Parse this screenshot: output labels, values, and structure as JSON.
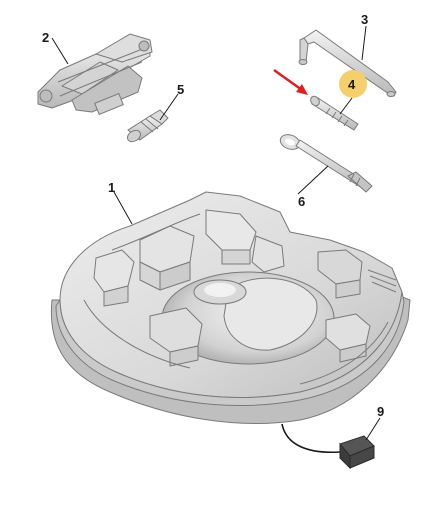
{
  "diagram": {
    "callouts": [
      {
        "id": "1",
        "text": "1"
      },
      {
        "id": "2",
        "text": "2"
      },
      {
        "id": "3",
        "text": "3"
      },
      {
        "id": "4",
        "text": "4"
      },
      {
        "id": "5",
        "text": "5"
      },
      {
        "id": "6",
        "text": "6"
      },
      {
        "id": "9",
        "text": "9"
      }
    ],
    "highlight_color": "#f5cf6b",
    "arrow_color": "#e02020",
    "part_colors": {
      "light": "#e6e6e6",
      "mid": "#cfcfcf",
      "dark": "#a8a8a8",
      "block": "#4a4a4a"
    }
  }
}
